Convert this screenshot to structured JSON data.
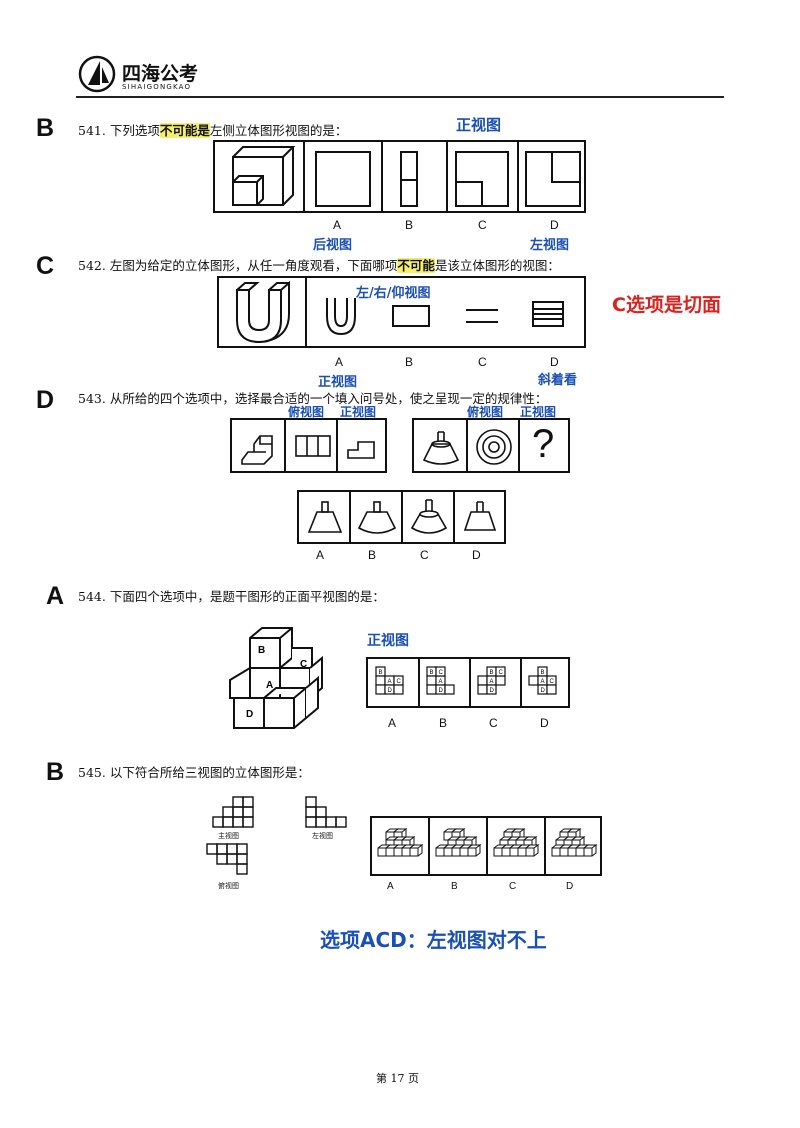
{
  "header": {
    "logo_name": "四海公考",
    "logo_sub": "SIHAIGONGKAO"
  },
  "q541": {
    "answer": "B",
    "number": "541.",
    "text_before": "下列选项",
    "text_highlight": "不可能是",
    "text_after": "左侧立体图形视图的是：",
    "note": "正视图",
    "options": [
      "A",
      "B",
      "C",
      "D"
    ]
  },
  "q542": {
    "answer": "C",
    "number": "542.",
    "text_before": "左图为给定的立体图形，从任一角度观看，下面哪项",
    "text_highlight": "不可能",
    "text_after": "是该立体图形的视图：",
    "note_back": "后视图",
    "note_left": "左视图",
    "note_views": "左/右/仰视图",
    "note_red": "C选项是切面",
    "options": [
      "A",
      "B",
      "C",
      "D"
    ]
  },
  "q543": {
    "answer": "D",
    "number": "543.",
    "text": "从所给的四个选项中，选择最合适的一个填入问号处，使之呈现一定的规律性：",
    "note_front": "正视图",
    "note_oblique": "斜着看",
    "note_top1": "俯视图",
    "note_front1": "正视图",
    "note_top2": "俯视图",
    "note_front2": "正视图",
    "question_mark": "?",
    "options": [
      "A",
      "B",
      "C",
      "D"
    ]
  },
  "q544": {
    "answer": "A",
    "number": "544.",
    "text": "下面四个选项中，是题干图形的正面平视图的是：",
    "note": "正视图",
    "cube_labels": [
      "B",
      "C",
      "A",
      "D"
    ],
    "option_cell_labels": [
      "B",
      "C",
      "A",
      "D"
    ],
    "options": [
      "A",
      "B",
      "C",
      "D"
    ]
  },
  "q545": {
    "answer": "B",
    "number": "545.",
    "text": "以下符合所给三视图的立体图形是：",
    "view_main": "主视图",
    "view_left": "左视图",
    "view_top": "俯视图",
    "note": "选项ACD：左视图对不上",
    "options": [
      "A",
      "B",
      "C",
      "D"
    ]
  },
  "footer": {
    "page": "第 17 页"
  }
}
